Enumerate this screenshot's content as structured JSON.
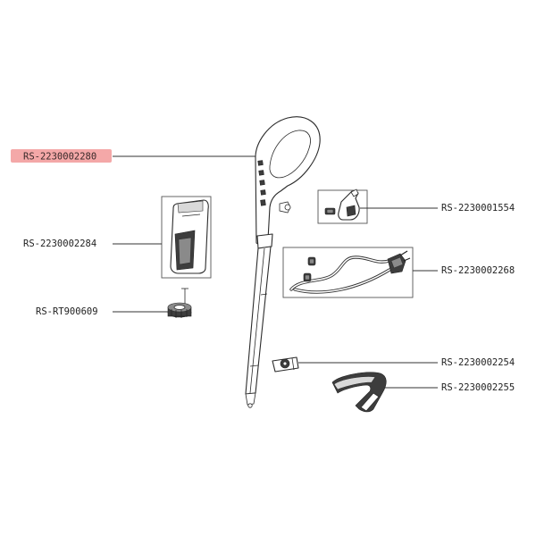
{
  "diagram": {
    "parts": {
      "handle_assembly": {
        "code": "RS-2230002280",
        "highlighted": true
      },
      "tank_cover": {
        "code": "RS-2230002284"
      },
      "filter_cap": {
        "code": "RS-RT900609"
      },
      "hook_clip": {
        "code": "RS-2230001554"
      },
      "power_cord": {
        "code": "RS-2230002268"
      },
      "bracket_small": {
        "code": "RS-2230002254"
      },
      "base_clip": {
        "code": "RS-2230002255"
      }
    },
    "colors": {
      "highlight_fill": "#f4a8a8",
      "highlight_text": "#3a2a2a",
      "line": "#333333"
    }
  }
}
